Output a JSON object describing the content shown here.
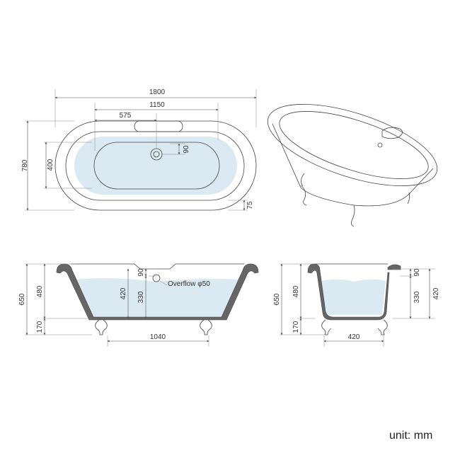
{
  "top_view": {
    "length": "1800",
    "inner_length": "1150",
    "half_inner": "575",
    "width": "780",
    "inner_width": "400",
    "drain_offset": "90",
    "rim": "75"
  },
  "side_view": {
    "height": "650",
    "depth": "480",
    "leg_height": "170",
    "water_depth": "420",
    "overflow_top": "90",
    "overflow_height": "330",
    "overflow_label": "Overflow φ50",
    "leg_span": "1040"
  },
  "end_view": {
    "height": "650",
    "depth": "480",
    "leg_height": "170",
    "overflow_top": "90",
    "overflow_height": "330",
    "water_depth": "420",
    "leg_span": "420"
  },
  "unit_label": "unit: mm",
  "colors": {
    "water": "#dbe9f2",
    "line": "#444444",
    "wall": "#666666"
  }
}
